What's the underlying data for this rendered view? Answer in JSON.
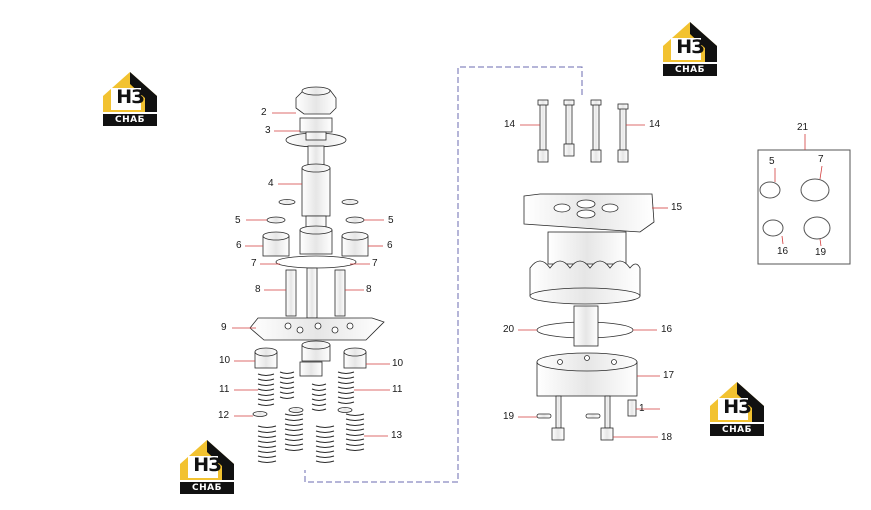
{
  "callouts": {
    "c1": "1",
    "c2": "2",
    "c3": "3",
    "c4": "4",
    "c5a": "5",
    "c5b": "5",
    "c5c": "5",
    "c6a": "6",
    "c6b": "6",
    "c7a": "7",
    "c7b": "7",
    "c7c": "7",
    "c8a": "8",
    "c8b": "8",
    "c9": "9",
    "c10a": "10",
    "c10b": "10",
    "c11a": "11",
    "c11b": "11",
    "c12": "12",
    "c13": "13",
    "c14a": "14",
    "c14b": "14",
    "c15": "15",
    "c16a": "16",
    "c16b": "16",
    "c17": "17",
    "c18": "18",
    "c19a": "19",
    "c19b": "19",
    "c20": "20",
    "c21": "21"
  },
  "logo": {
    "top_text": "НЗ",
    "bottom_text": "СНАБ",
    "accent_color": "#f2c230",
    "dark_color": "#111111"
  },
  "colors": {
    "line": "#2a2a2a",
    "leader": "#d23c3c",
    "dashed": "#6b6bb0"
  }
}
